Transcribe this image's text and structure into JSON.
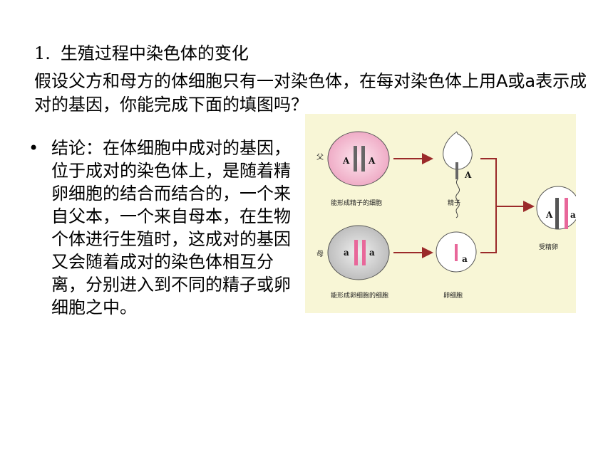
{
  "heading": {
    "number": "1.",
    "title": "生殖过程中染色体的变化"
  },
  "intro": "假设父方和母方的体细胞只有一对染色体，在每对染色体上用A或a表示成对的基因，你能完成下面的填图吗？",
  "bullet": {
    "marker": "•",
    "text": "结论：在体细胞中成对的基因，位于成对的染色体上，是随着精卵细胞的结合而结合的，一个来自父本，一个来自母本，在生物个体进行生殖时，这成对的基因又会随着成对的染色体相互分离，分别进入到不同的精子或卵细胞之中。"
  },
  "diagram": {
    "father_mark": "父",
    "mother_mark": "母",
    "father_cell_genes": [
      "A",
      "A"
    ],
    "mother_cell_genes": [
      "a",
      "a"
    ],
    "father_cell_label": "能形成精子的细胞",
    "mother_cell_label": "能形成卵细胞的细胞",
    "sperm_gene": "A",
    "sperm_label": "精子",
    "egg_gene": "a",
    "egg_label": "卵细胞",
    "zygote_genes": [
      "A",
      "a"
    ],
    "zygote_label": "受精卵",
    "colors": {
      "background": "#f8f6d6",
      "father_cell_fill": "#f4c0d4",
      "mother_cell_fill": "#c8c8c8",
      "arrow": "#9b2a2a",
      "pink_chromosome": "#e8679a"
    }
  }
}
